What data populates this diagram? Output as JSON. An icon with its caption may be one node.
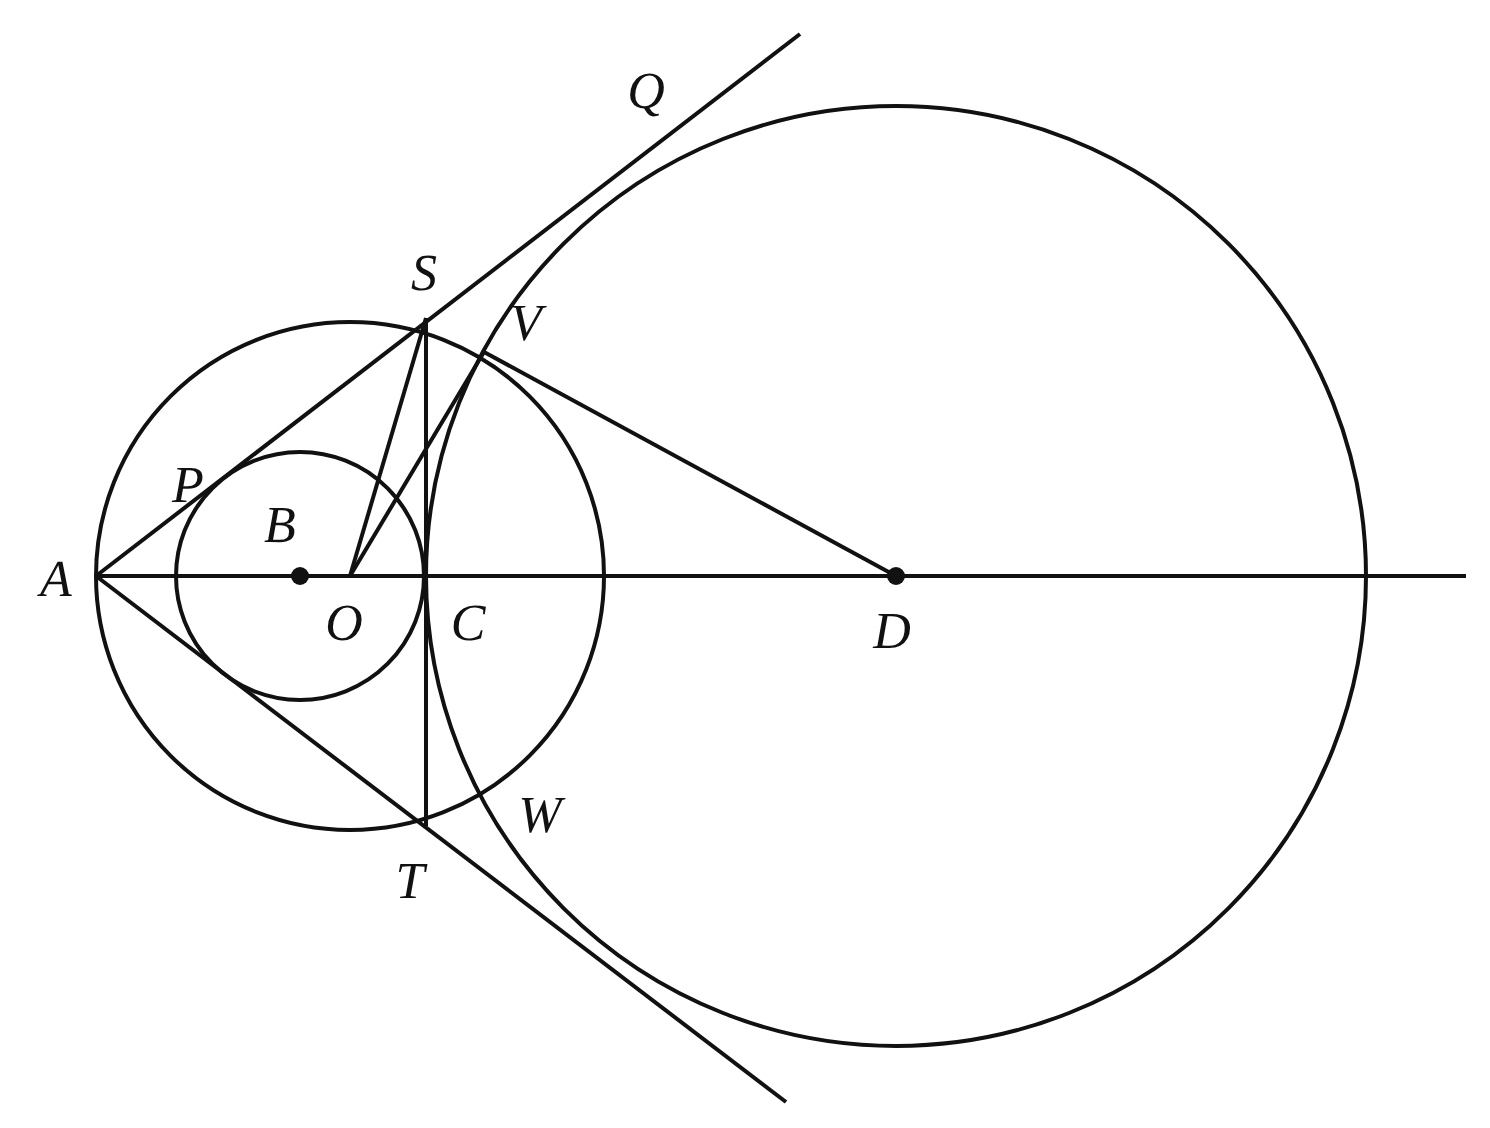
{
  "diagram": {
    "labels": [
      "Q",
      "S",
      "V",
      "P",
      "A",
      "B",
      "O",
      "C",
      "D",
      "W",
      "T"
    ]
  }
}
